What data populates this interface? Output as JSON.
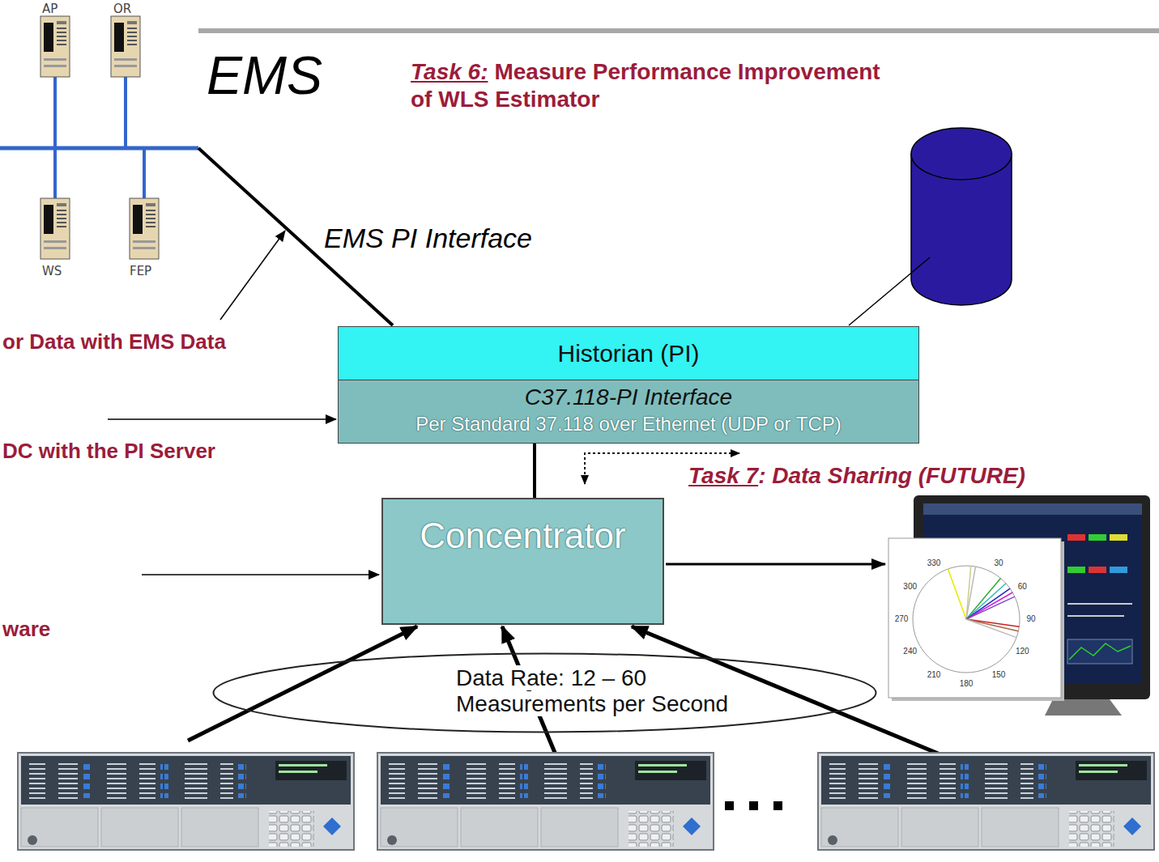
{
  "diagram": {
    "nodes": [
      {
        "text": [
          "Historian (PI)"
        ]
      },
      {
        "text": [
          "C37.118-PI Interface",
          "Per Standard 37.118 over Ethernet (UDP or TCP)"
        ]
      },
      {
        "text": [
          "Concentrator"
        ]
      },
      {
        "text": [
          "Data Rate: 12 – 60 Measurements per Second"
        ]
      }
    ],
    "edges": [
      {
        "from": 2,
        "to": 1,
        "arrow": "none"
      }
    ],
    "labels": [
      "AP",
      "OR",
      "WS",
      "FEP",
      "EMS",
      "Task 6:",
      "Measure Performance Improvement of WLS Estimator",
      "EMS PI Interface",
      "or Data with EMS Data",
      "DC with the PI Server",
      "ware",
      "Task 7",
      ": Data Sharing (FUTURE)",
      "330",
      "30",
      "300",
      "60",
      "270",
      "90",
      "240",
      "120",
      "210",
      "150",
      "180"
    ]
  }
}
